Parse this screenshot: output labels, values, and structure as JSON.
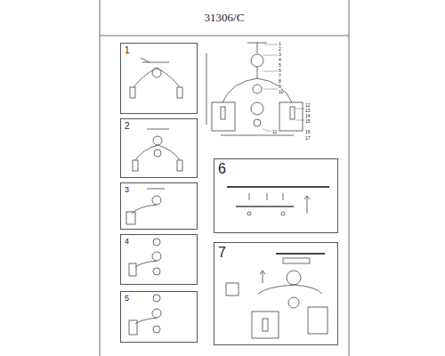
{
  "diagram": {
    "title": "31306/C",
    "nodes": [
      {
        "text": [
          "1"
        ]
      },
      {
        "text": [
          "2"
        ]
      },
      {
        "text": [
          "3"
        ]
      },
      {
        "text": [
          "4"
        ]
      },
      {
        "text": [
          "5"
        ]
      },
      {
        "text": [
          "6"
        ]
      },
      {
        "text": [
          "7"
        ]
      }
    ],
    "labels": [
      "1",
      "2",
      "3",
      "4",
      "5",
      "6",
      "7",
      "8",
      "9",
      "10",
      "11",
      "12",
      "13",
      "14",
      "15",
      "16",
      "17"
    ]
  }
}
